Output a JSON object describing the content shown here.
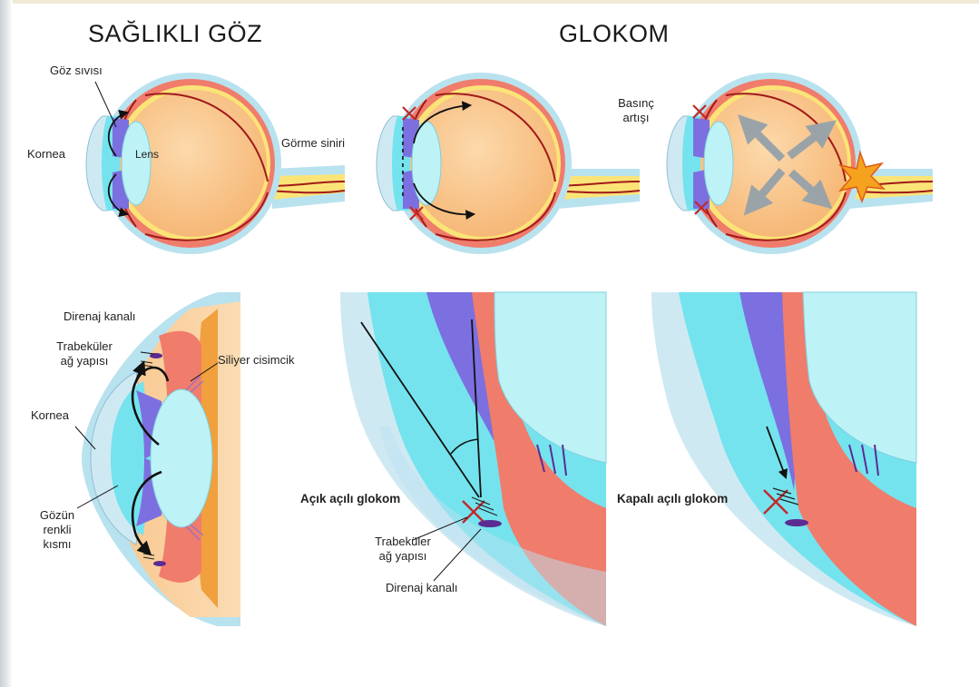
{
  "titles": {
    "healthy": "SAĞLIKLI GÖZ",
    "glaucoma": "GLOKOM"
  },
  "top_labels": {
    "aqueous": "Göz sıvısı",
    "cornea": "Kornea",
    "lens": "Lens",
    "optic_nerve": "Görme siniri",
    "pressure_line1": "Basınç",
    "pressure_line2": "artışı"
  },
  "bottom_labels": {
    "drainage": "Direnaj kanalı",
    "trabecular_line1": "Trabeküler",
    "trabecular_line2": "ağ yapısı",
    "ciliary": "Siliyer cisimcik",
    "cornea": "Kornea",
    "iris_line1": "Gözün",
    "iris_line2": "renkli",
    "iris_line3": "kısmı",
    "open_angle": "Açık açılı glokom",
    "open_trab_line1": "Trabeküler",
    "open_trab_line2": "ağ yapısı",
    "open_drain": "Direnaj kanalı",
    "closed_angle": "Kapalı açılı glokom"
  },
  "colors": {
    "sclera": "#f0a03c",
    "vitreous": "#f8c78e",
    "choroid": "#f07c6c",
    "retina_line": "#a01a1a",
    "cornea": "#cfe9f3",
    "anterior": "#74e3ee",
    "iris": "#7c6fe0",
    "blocked_x": "#c0292b",
    "drain_canal": "#5b2b91",
    "arrow_gray": "#9aa3a8"
  }
}
